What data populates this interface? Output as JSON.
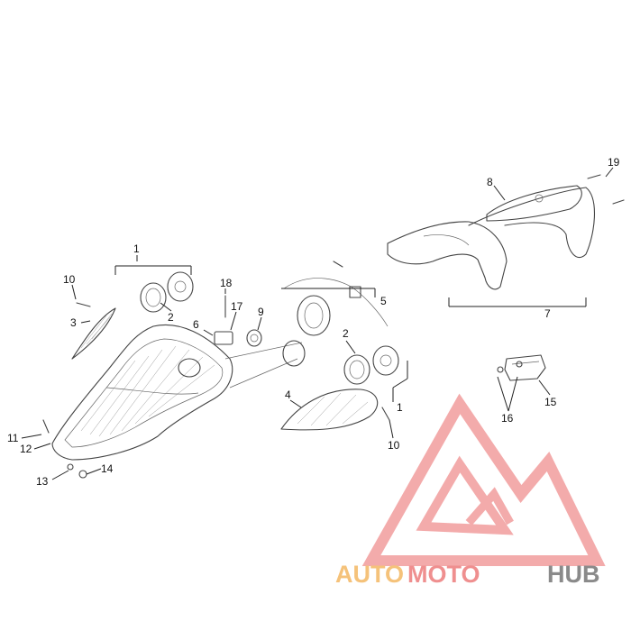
{
  "callouts": [
    "1",
    "2",
    "3",
    "4",
    "5",
    "6",
    "7",
    "8",
    "9",
    "10",
    "11",
    "12",
    "13",
    "14",
    "15",
    "16",
    "17",
    "18",
    "19"
  ],
  "watermark": {
    "part1": "AUTO",
    "part2": "MOTO",
    "part3": "HUB",
    "color_auto": "#f5c27a",
    "color_moto": "#ef8f8f",
    "color_hub": "#8a8a8a",
    "logo_color": "#ef8f8f"
  }
}
